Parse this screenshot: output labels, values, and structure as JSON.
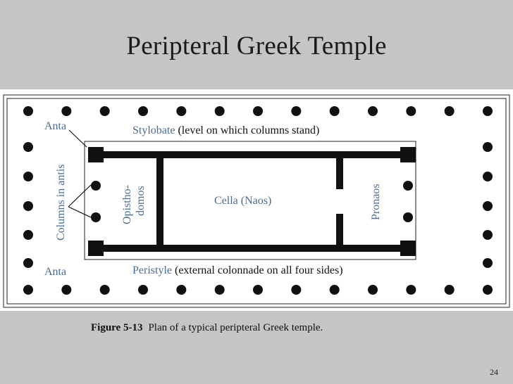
{
  "title": "Peripteral Greek Temple",
  "labels": {
    "anta_top": "Anta",
    "anta_bottom": "Anta",
    "stylobate_term": "Stylobate",
    "stylobate_desc": " (level on which columns stand)",
    "columns_in_antis": "Columns in antis",
    "opisthodomos_line1": "Opistho-",
    "opisthodomos_line2": "domos",
    "cella": "Cella (Naos)",
    "pronaos": "Pronaos",
    "peristyle_term": "Peristyle",
    "peristyle_desc": " (external colonnade on all four sides)"
  },
  "colors": {
    "label_blue": "#4a6c8e",
    "wall": "#111111",
    "slide_bg": "#c5c5c5"
  },
  "caption": {
    "figure_number": "Figure 5-13",
    "text": "Plan of a typical peripteral Greek temple."
  },
  "page_number": "24"
}
